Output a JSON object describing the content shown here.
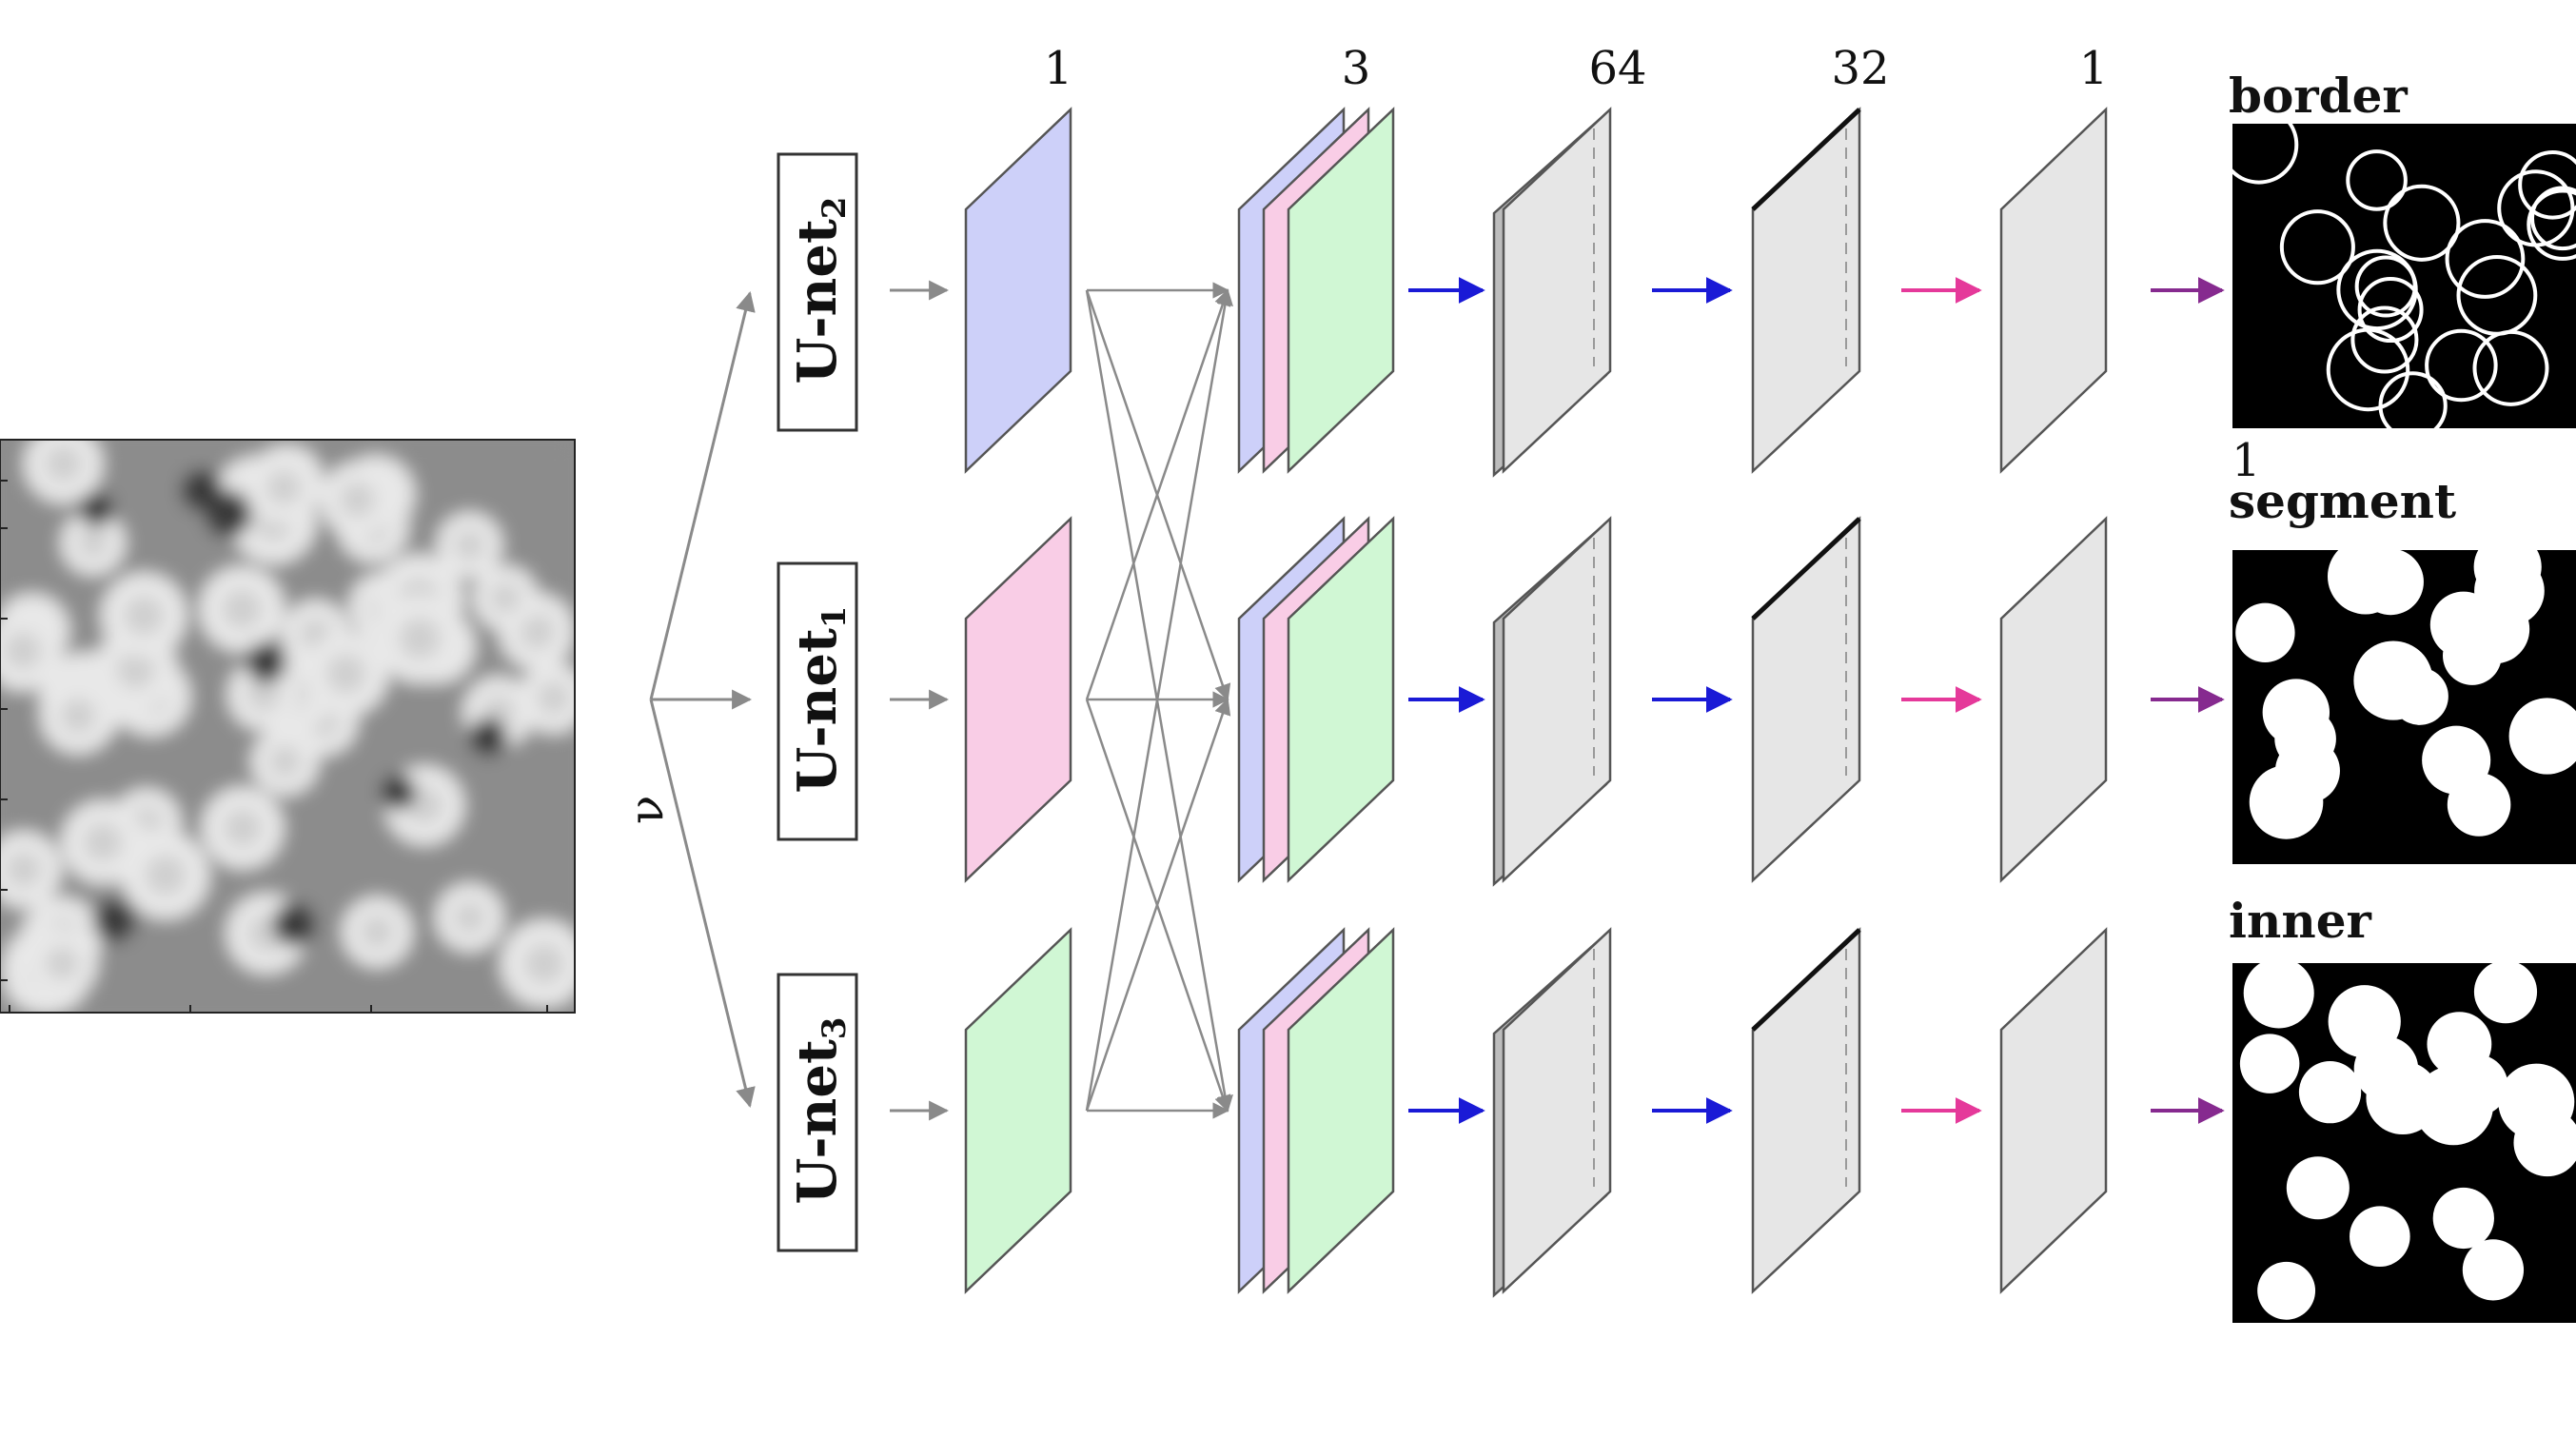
{
  "input": {
    "name": "input-micrograph"
  },
  "networks": [
    {
      "label": "U-net",
      "subscript": "2",
      "color": "#cdd0f9"
    },
    {
      "label": "U-net",
      "subscript": "1",
      "color": "#f9cde6"
    },
    {
      "label": "U-net",
      "subscript": "3",
      "color": "#d0f7d4"
    }
  ],
  "channels": [
    "1",
    "3",
    "64",
    "32",
    "1"
  ],
  "outputs": [
    {
      "label": "border"
    },
    {
      "label": "segment"
    },
    {
      "label": "inner"
    }
  ],
  "stray_marks": {
    "under_border": "1"
  },
  "arrow_colors": {
    "gray": "#8a8a8a",
    "blue": "#1a1ad6",
    "pink": "#e5399a",
    "purple": "#862a8f"
  },
  "layer_colors": {
    "gray_fill": "#e6e6e6",
    "outline": "#555555"
  }
}
